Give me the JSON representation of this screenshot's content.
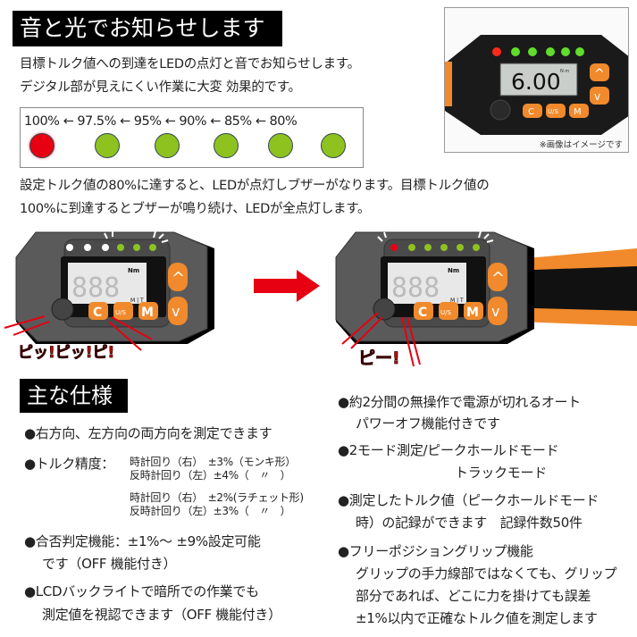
{
  "sound_light": {
    "heading": "音と光でお知らせします",
    "intro": [
      "目標トルク値への到達をLEDの点灯と音でお知らせします。",
      "デジタル部が見えにくい作業に大変 効果的です。"
    ],
    "led_scale_label": "100% ← 97.5% ← 95% ← 90% ← 85% ← 80%",
    "leds": [
      {
        "level": "100%",
        "color": "#e60012"
      },
      {
        "level": "97.5%",
        "color": "#8dc21f"
      },
      {
        "level": "95%",
        "color": "#8dc21f"
      },
      {
        "level": "90%",
        "color": "#8dc21f"
      },
      {
        "level": "85%",
        "color": "#8dc21f"
      },
      {
        "level": "80%",
        "color": "#8dc21f"
      }
    ],
    "description": [
      "設定トルク値の80%に達すると、LEDが点灯しブザーがなります。目標トルク値の",
      "100%に到達するとブザーが鳴り続け、LEDが全点灯します。"
    ]
  },
  "photo": {
    "lcd_value": "6.00",
    "unit": "N·m",
    "buttons": [
      "C",
      "U/S",
      "M"
    ],
    "caption": "※画像はイメージです"
  },
  "illustration": {
    "lcd_digits": "888",
    "unit": "Nm",
    "mode_marks": "M | T",
    "buttons": [
      "C",
      "U/S",
      "M"
    ],
    "sound_before": "ピッ!ピッ!ピ!",
    "sound_after": "ピー!",
    "accent_color": "#f08a2c",
    "arrow_color": "#e60012"
  },
  "specs": {
    "heading": "主な仕様",
    "left": {
      "direction": "●右方向、左方向の両方向を測定できます",
      "accuracy_label": "●トルク精度：",
      "accuracy": [
        [
          "時計回り（右）　±3%（モンキ形）",
          "反時計回り（左）±4%（　〃　）"
        ],
        [
          "時計回り（右）　±2%(ラチェット形)",
          "反時計回り（左）±3%（　〃　）"
        ]
      ],
      "judgment": [
        "●合否判定機能：±1%〜 ±9%設定可能",
        "です（OFF 機能付き）"
      ],
      "backlight": [
        "●LCDバックライトで暗所での作業でも",
        "測定値を視認できます（OFF 機能付き）"
      ]
    },
    "right": {
      "auto_off": [
        "●約2分間の無操作で電源が切れるオート",
        "パワーオフ機能付きです"
      ],
      "modes": [
        "●2モード測定/ピークホールドモード",
        "トラックモード"
      ],
      "memory": [
        "●測定したトルク値（ピークホールドモード",
        "時）の記録ができます　記録件数50件"
      ],
      "grip": [
        "●フリーポジショングリップ機能",
        "グリップの手力線部ではなくても、グリップ",
        "部分であれば、どこに力を掛けても誤差",
        "±1%以内で正確なトルク値を測定します"
      ]
    }
  }
}
